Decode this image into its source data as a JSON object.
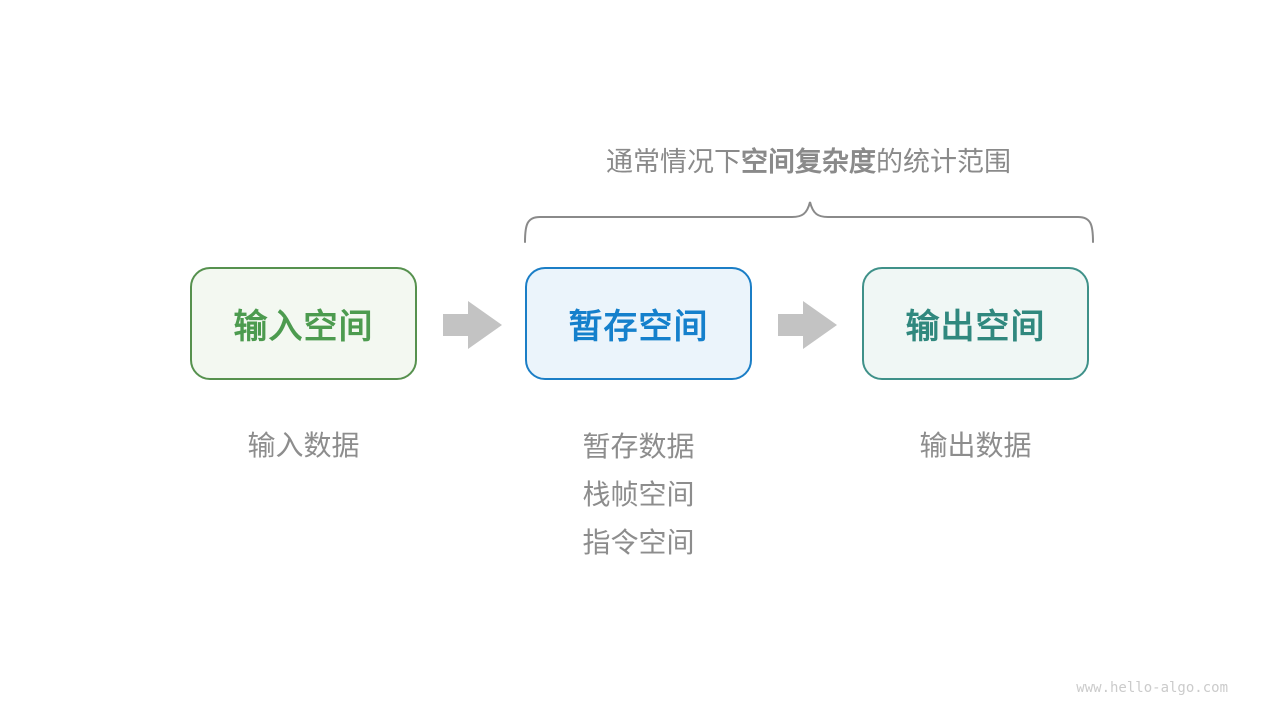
{
  "page": {
    "background_color": "#ffffff"
  },
  "title": {
    "prefix": "通常情况下",
    "bold": "空间复杂度",
    "suffix": "的统计范围",
    "color": "#8a8a8a"
  },
  "brace": {
    "description": "upward curly brace spanning temp-space and output-space boxes",
    "color": "#8a8a8a"
  },
  "boxes": [
    {
      "id": "input-space",
      "label": "输入空间",
      "border_color": "#56914e",
      "background": "#f3f8f1",
      "text_color": "#4c9b4f"
    },
    {
      "id": "temp-space",
      "label": "暂存空间",
      "border_color": "#1b7ec6",
      "background": "#ebf4fb",
      "text_color": "#1580cc"
    },
    {
      "id": "output-space",
      "label": "输出空间",
      "border_color": "#3f9189",
      "background": "#f0f7f5",
      "text_color": "#30887e"
    }
  ],
  "arrows": {
    "color": "#c3c3c3",
    "direction": "right"
  },
  "annotations": {
    "color": "#8d8d8d",
    "input": "输入数据",
    "temp": [
      "暂存数据",
      "栈帧空间",
      "指令空间"
    ],
    "output": "输出数据"
  },
  "watermark": {
    "text": "www.hello-algo.com",
    "color": "#cbcbcb"
  }
}
